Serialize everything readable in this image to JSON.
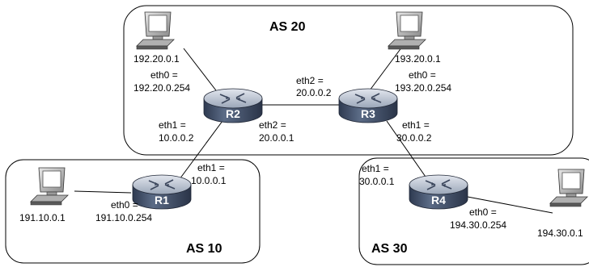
{
  "autonomous_systems": {
    "as20": {
      "name": "AS 20"
    },
    "as10": {
      "name": "AS 10"
    },
    "as30": {
      "name": "AS 30"
    }
  },
  "routers": {
    "r1": {
      "name": "R1"
    },
    "r2": {
      "name": "R2"
    },
    "r3": {
      "name": "R3"
    },
    "r4": {
      "name": "R4"
    }
  },
  "hosts": {
    "h192": {
      "ip": "192.20.0.1"
    },
    "h193": {
      "ip": "193.20.0.1"
    },
    "h191": {
      "ip": "191.10.0.1"
    },
    "h194": {
      "ip": "194.30.0.1"
    }
  },
  "interfaces": {
    "r2_eth0": {
      "name": "eth0 =",
      "ip": "192.20.0.254"
    },
    "r2_eth1": {
      "name": "eth1 =",
      "ip": "10.0.0.2"
    },
    "r2_eth2": {
      "name": "eth2 =",
      "ip": "20.0.0.1"
    },
    "r3_eth0": {
      "name": "eth0 =",
      "ip": "193.20.0.254"
    },
    "r3_eth1": {
      "name": "eth1 =",
      "ip": "30.0.0.2"
    },
    "r3_eth2": {
      "name": "eth2 =",
      "ip": "20.0.0.2"
    },
    "r1_eth0": {
      "name": "eth0 =",
      "ip": "191.10.0.254"
    },
    "r1_eth1": {
      "name": "eth1 =",
      "ip": "10.0.0.1"
    },
    "r4_eth0": {
      "name": "eth0 =",
      "ip": "194.30.0.254"
    },
    "r4_eth1": {
      "name": "eth1 =",
      "ip": "30.0.0.1"
    }
  },
  "colors": {
    "router_body": "#4a5a74",
    "router_top": "#c4ccd8",
    "monitor_frame": "#bfbfbf",
    "screen": "#ffffff"
  }
}
